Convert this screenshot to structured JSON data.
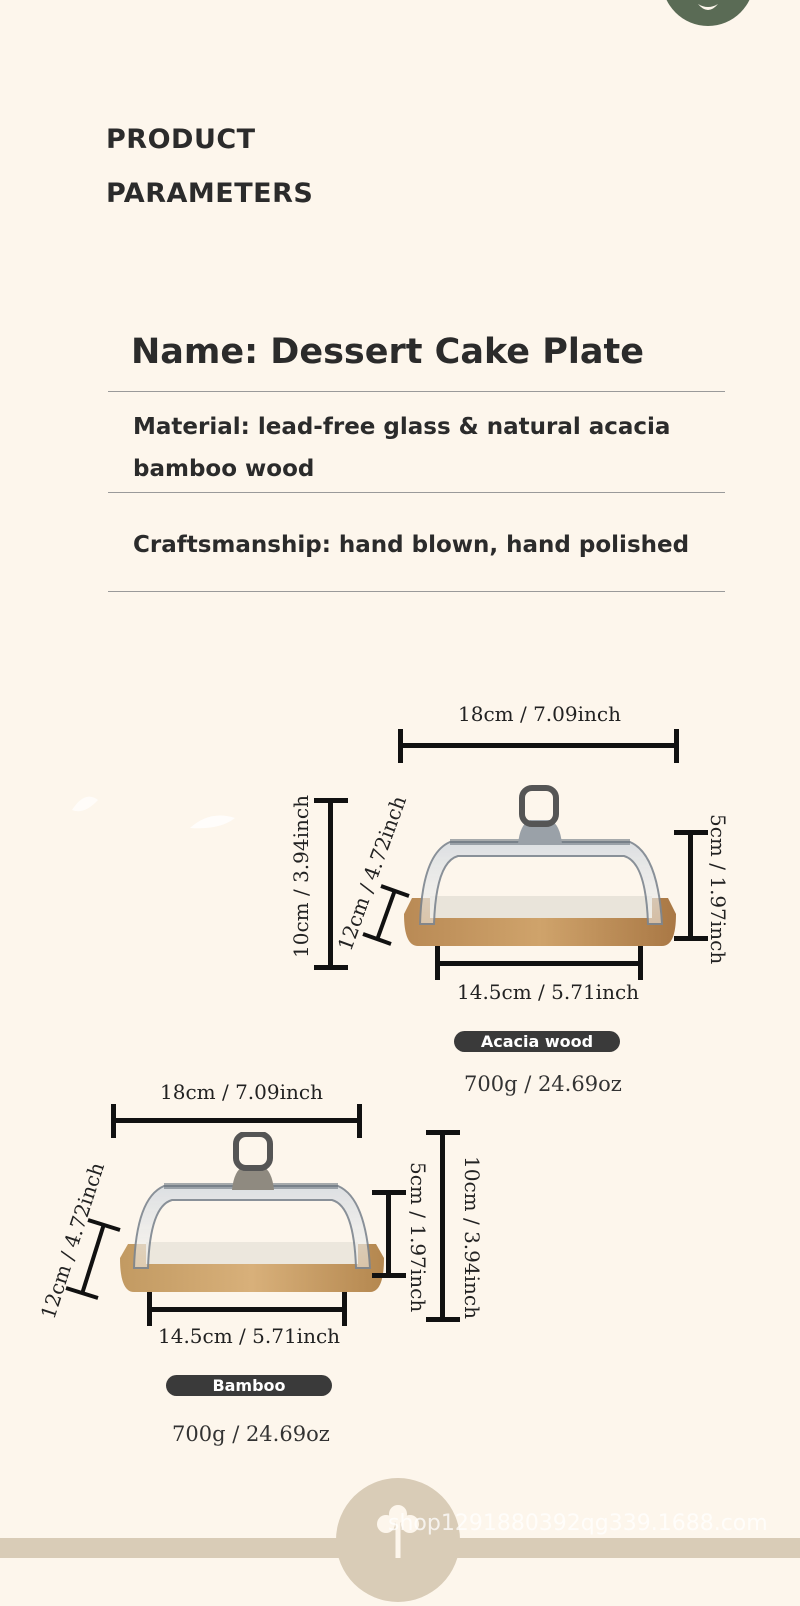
{
  "heading": {
    "line1": "PRODUCT",
    "line2": "PARAMETERS"
  },
  "name": "Name: Dessert Cake Plate",
  "params": {
    "material_line1": "Material: lead-free glass & natural acacia",
    "material_line2": "bamboo wood",
    "craft": "Craftsmanship: hand blown, hand polished"
  },
  "acacia": {
    "width": "18cm / 7.09inch",
    "height": "10cm / 3.94inch",
    "depth": "12cm / 4.72inch",
    "dome_height": "5cm / 1.97inch",
    "base": "14.5cm / 5.71inch",
    "label": "Acacia wood",
    "weight": "700g / 24.69oz"
  },
  "bamboo": {
    "width": "18cm / 7.09inch",
    "height": "10cm / 3.94inch",
    "depth": "12cm / 4.72inch",
    "dome_height": "5cm / 1.97inch",
    "base": "14.5cm / 5.71inch",
    "label": "Bamboo",
    "weight": "700g / 24.69oz"
  },
  "footer": {
    "watermark": "shop1291880392qg339.1688.com"
  },
  "colors": {
    "background": "#fdf6ec",
    "logo_green": "#5a6b55",
    "footer_tan": "#d9ccb7",
    "pill": "#3a3a3a"
  }
}
